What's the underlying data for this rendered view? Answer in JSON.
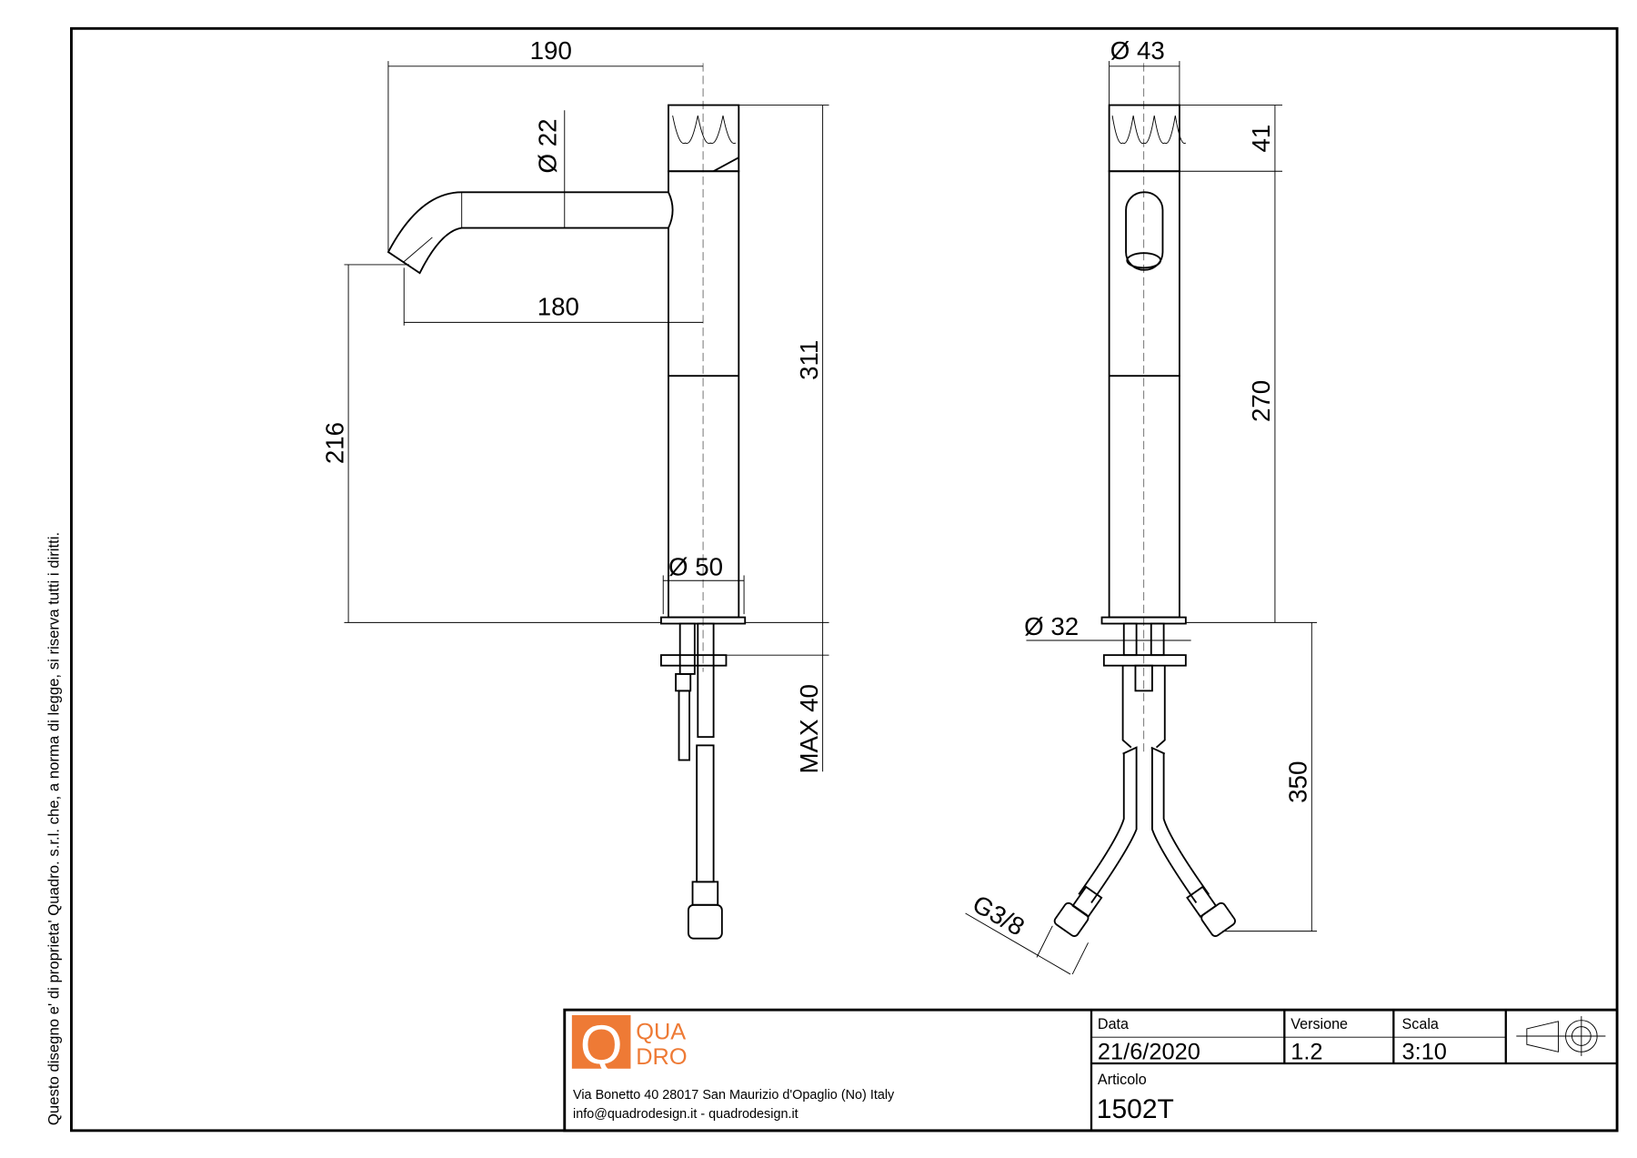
{
  "side_note": "Questo disegno e' di proprieta' Quadro. s.r.l. che, a norma di legge, si riserva tutti i diritti.",
  "dimensions": {
    "spout_reach_total": "190",
    "spout_diameter": "Ø 22",
    "spout_reach": "180",
    "spout_height": "216",
    "total_height": "311",
    "base_diameter": "Ø 50",
    "max_thickness": "MAX 40",
    "body_diameter": "Ø 43",
    "cap_height": "41",
    "body_height": "270",
    "shank_diameter": "Ø 32",
    "hose_length": "350",
    "thread": "G3/8"
  },
  "title_block": {
    "logo_line1": "QUA",
    "logo_line2": "DRO",
    "logo_letter": "Q",
    "address": "Via Bonetto 40  28017 San Maurizio d'Opaglio (No) Italy",
    "contacts": "info@quadrodesign.it  -  quadrodesign.it",
    "data_label": "Data",
    "data_value": "21/6/2020",
    "version_label": "Versione",
    "version_value": "1.2",
    "scale_label": "Scala",
    "scale_value": "3:10",
    "article_label": "Articolo",
    "article_value": "1502T"
  },
  "colors": {
    "brand": "#ee7a35"
  }
}
